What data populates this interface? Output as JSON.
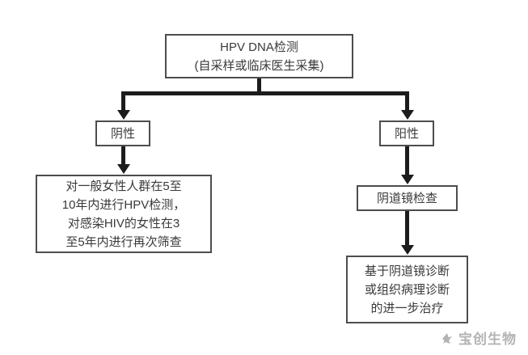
{
  "flowchart": {
    "root": "HPV DNA检测\n(自采样或临床医生采集)",
    "negative": "阴性",
    "positive": "阳性",
    "negative_followup": "对一般女性人群在5至\n10年内进行HPV检测，\n对感染HIV的女性在3\n至5年内进行再次筛查",
    "colposcopy": "阴道镜检查",
    "treatment": "基于阴道镜诊断\n或组织病理诊断\n的进一步治疗"
  },
  "watermark": {
    "brand": "宝创生物"
  },
  "colors": {
    "arrow": "#1c1c1c",
    "box_border": "#4d4d4d",
    "text": "#3a3a3a",
    "watermark": "#b3b3b3"
  }
}
